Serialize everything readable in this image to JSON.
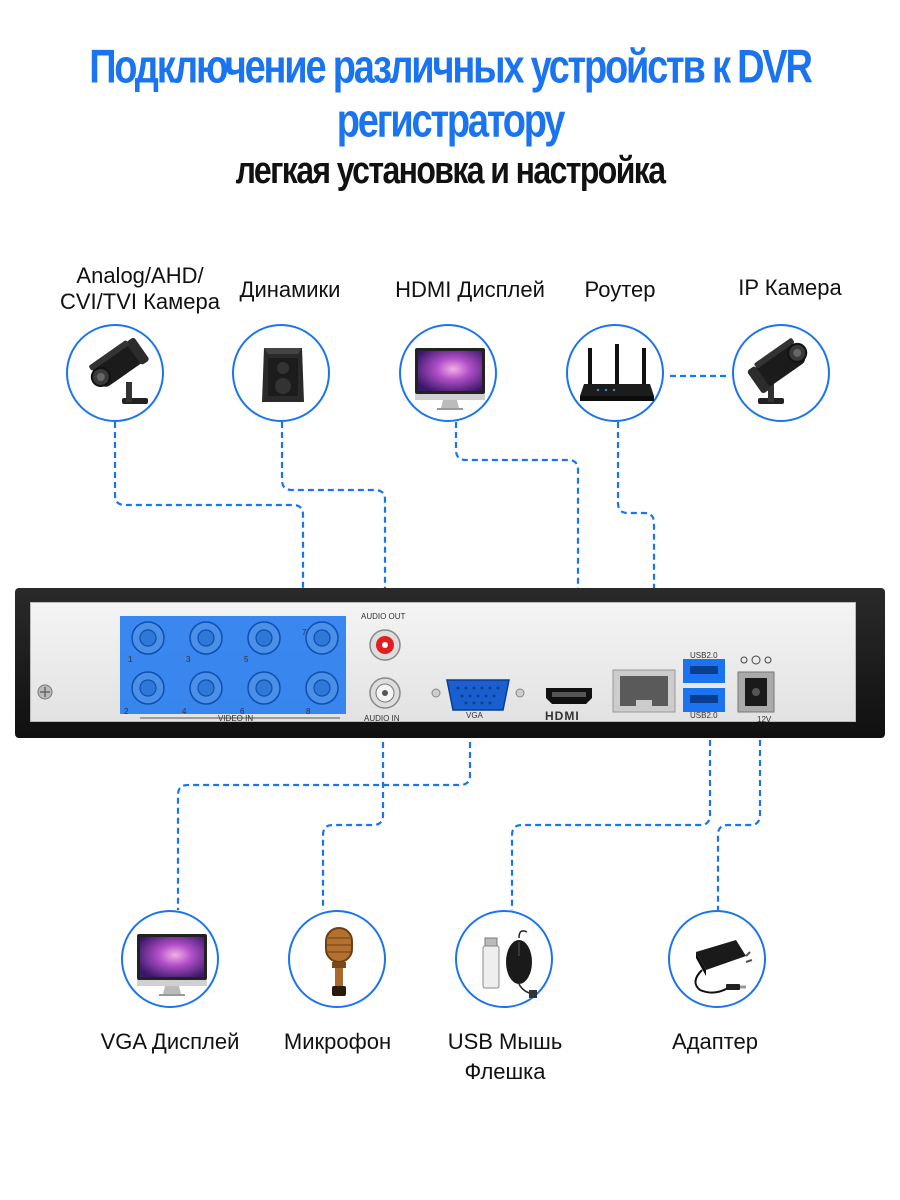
{
  "header": {
    "title": "Подключение различных устройств к DVR регистратору",
    "subtitle": "легкая установка и настройка"
  },
  "colors": {
    "accent": "#1a74f0",
    "wire": "#1a74f0",
    "text": "#111111"
  },
  "top_devices": [
    {
      "id": "analog-camera",
      "label_line1": "Analog/AHD/",
      "label_line2": "CVI/TVI Камера",
      "icon": "cctv-camera-icon"
    },
    {
      "id": "speakers",
      "label": "Динамики",
      "icon": "speaker-icon"
    },
    {
      "id": "hdmi-display",
      "label": "HDMI Дисплей",
      "icon": "monitor-icon"
    },
    {
      "id": "router",
      "label": "Роутер",
      "icon": "router-icon"
    },
    {
      "id": "ip-camera",
      "label": "IP Камера",
      "icon": "ip-camera-icon"
    }
  ],
  "bottom_devices": [
    {
      "id": "vga-display",
      "label": "VGA Дисплей",
      "icon": "monitor-icon"
    },
    {
      "id": "microphone",
      "label": "Микрофон",
      "icon": "microphone-icon"
    },
    {
      "id": "usb",
      "label_line1": "USB Мышь",
      "label_line2": "Флешка",
      "icon": "usb-mouse-flash-icon"
    },
    {
      "id": "adapter",
      "label": "Адаптер",
      "icon": "power-adapter-icon"
    }
  ],
  "dvr_panel": {
    "audio_out": "AUDIO OUT",
    "audio_in": "AUDIO IN",
    "video_in": "VIDEO IN",
    "vga": "VGA",
    "hdmi": "HDMI",
    "usb_top": "USB2.0",
    "usb_bottom": "USB2.0",
    "power": "12V",
    "bnc_numbers_top": [
      "1",
      "3",
      "5",
      "7"
    ],
    "bnc_numbers_bottom": [
      "2",
      "4",
      "6",
      "8"
    ]
  }
}
